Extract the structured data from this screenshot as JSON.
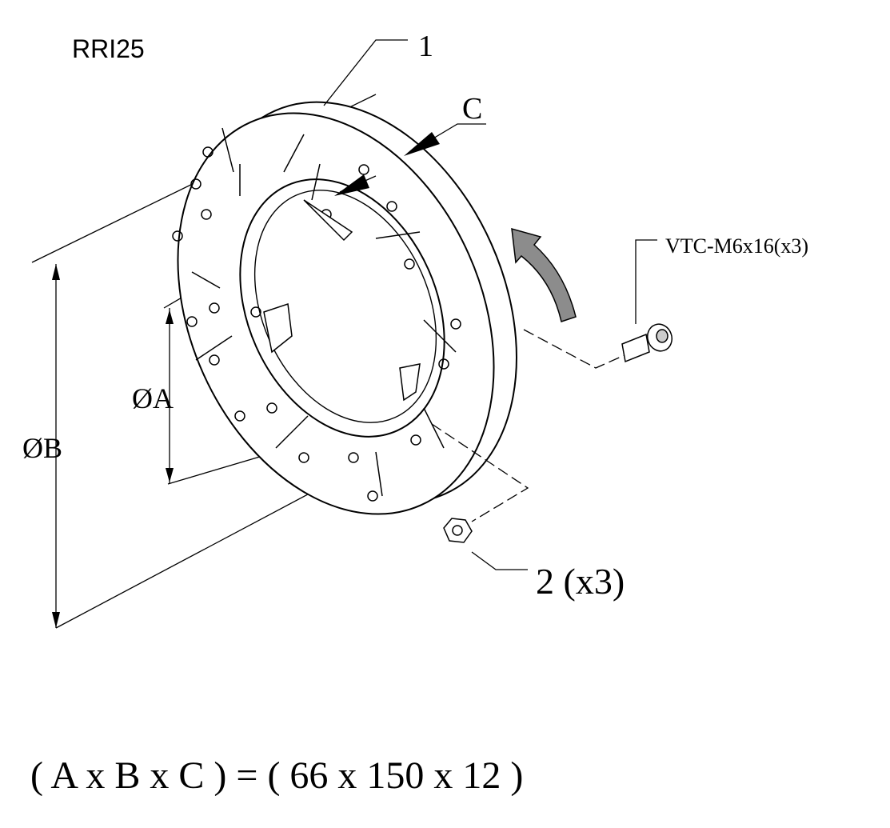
{
  "part_code": "RRI25",
  "callouts": {
    "item1": "1",
    "thickness": "C",
    "screw": "VTC-M6x16(x3)",
    "nut": "2 (x3)",
    "dia_inner": "ØA",
    "dia_outer": "ØB"
  },
  "formula": "( A x B x C ) = ( 66 x 150 x 12 )",
  "colors": {
    "line": "#000000",
    "rotation_arrow": "#8c8c8c"
  }
}
